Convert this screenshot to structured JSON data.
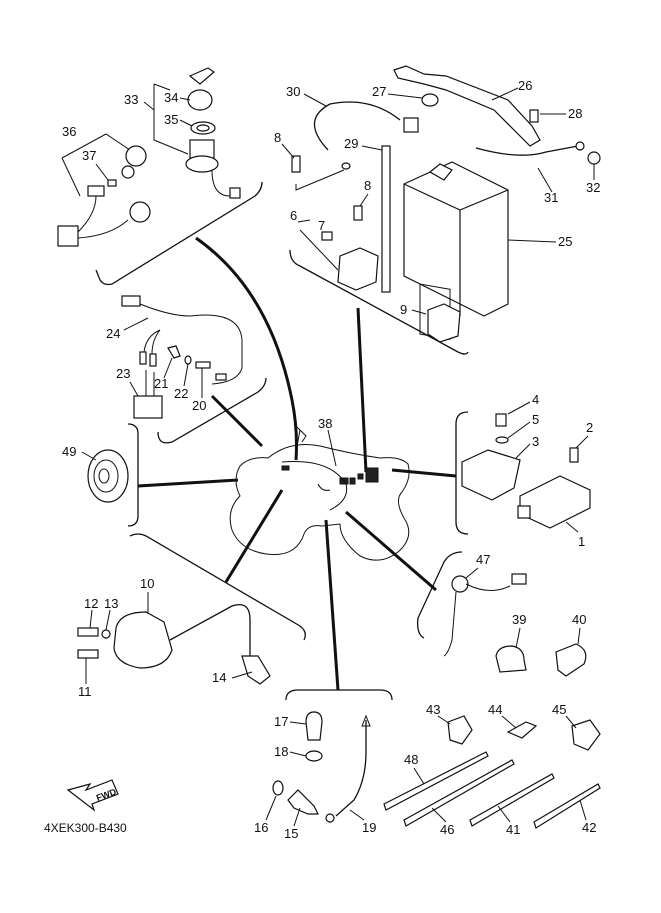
{
  "diagram": {
    "title_code": "4XEK300-B430",
    "fwd_label": "FWD",
    "groups": {
      "main_switch": {
        "labels": [
          "33",
          "34",
          "35"
        ]
      },
      "indicator_light": {
        "labels": [
          "36",
          "37"
        ]
      },
      "battery": {
        "labels": [
          "25",
          "26",
          "27",
          "28",
          "29",
          "30",
          "31",
          "32",
          "8",
          "8",
          "6",
          "7",
          "9"
        ]
      },
      "relay_harness": {
        "labels": [
          "24",
          "23",
          "21",
          "22",
          "20"
        ]
      },
      "frame_harness": {
        "labels": [
          "38"
        ]
      },
      "horn": {
        "labels": [
          "49"
        ]
      },
      "cdi_rectifier": {
        "labels": [
          "1",
          "2",
          "3",
          "4",
          "5"
        ]
      },
      "ignition_coil": {
        "labels": [
          "10",
          "11",
          "12",
          "13",
          "14"
        ]
      },
      "sensors": {
        "labels": [
          "15",
          "16",
          "17",
          "18",
          "19"
        ]
      },
      "neutral_switch": {
        "labels": [
          "47"
        ]
      },
      "clamps": {
        "labels": [
          "39",
          "40",
          "41",
          "42",
          "43",
          "44",
          "45",
          "46",
          "48"
        ]
      }
    },
    "callouts": {
      "c1": "1",
      "c2": "2",
      "c3": "3",
      "c4": "4",
      "c5": "5",
      "c6": "6",
      "c7": "7",
      "c8a": "8",
      "c8b": "8",
      "c9": "9",
      "c10": "10",
      "c11": "11",
      "c12": "12",
      "c13": "13",
      "c14": "14",
      "c15": "15",
      "c16": "16",
      "c17": "17",
      "c18": "18",
      "c19": "19",
      "c20": "20",
      "c21": "21",
      "c22": "22",
      "c23": "23",
      "c24": "24",
      "c25": "25",
      "c26": "26",
      "c27": "27",
      "c28": "28",
      "c29": "29",
      "c30": "30",
      "c31": "31",
      "c32": "32",
      "c33": "33",
      "c34": "34",
      "c35": "35",
      "c36": "36",
      "c37": "37",
      "c38": "38",
      "c39": "39",
      "c40": "40",
      "c41": "41",
      "c42": "42",
      "c43": "43",
      "c44": "44",
      "c45": "45",
      "c46": "46",
      "c47": "47",
      "c48": "48",
      "c49": "49"
    }
  }
}
